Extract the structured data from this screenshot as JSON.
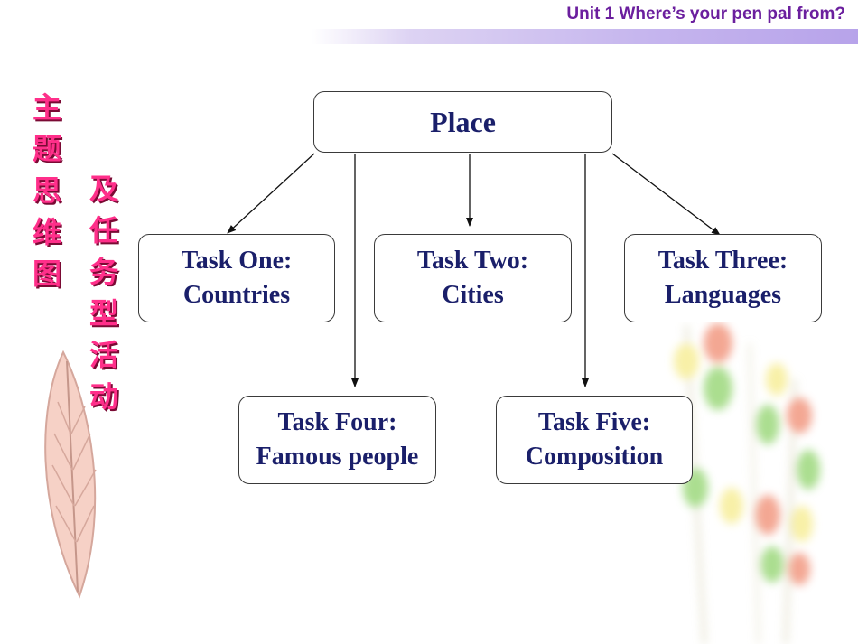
{
  "header": {
    "title": "Unit 1  Where’s your pen pal from?"
  },
  "side_title": {
    "column_1": [
      "主",
      "题",
      "思",
      "维",
      "图"
    ],
    "column_2": [
      "及",
      "任",
      "务",
      "型",
      "活",
      "动"
    ]
  },
  "diagram": {
    "root": {
      "label": "Place"
    },
    "tasks": [
      {
        "line1": "Task One:",
        "line2": "Countries"
      },
      {
        "line1": "Task Two:",
        "line2": "Cities"
      },
      {
        "line1": "Task Three:",
        "line2": "Languages"
      },
      {
        "line1": "Task Four:",
        "line2": "Famous people"
      },
      {
        "line1": "Task Five:",
        "line2": "Composition"
      }
    ]
  },
  "colors": {
    "header_text": "#6b1f9e",
    "side_title": "#ff2f8a",
    "box_text": "#1a1f6a"
  }
}
